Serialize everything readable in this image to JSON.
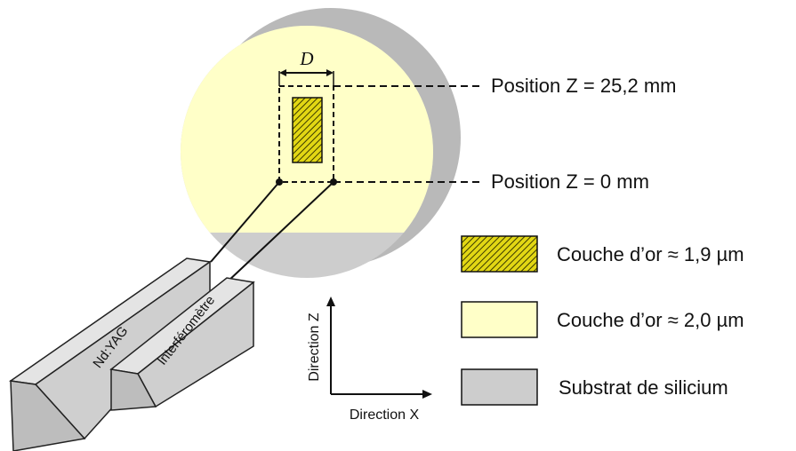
{
  "colors": {
    "gold_thin": "#ffffc8",
    "gold_hatch_bg": "#e2d714",
    "hatch_line": "#3a3a00",
    "substrate": "#cdcdcd",
    "substrate_edge": "#b9b9b9",
    "block_light": "#e4e4e4",
    "block_mid": "#cfcfcf",
    "block_dark": "#bdbdbd"
  },
  "labels": {
    "d": "D",
    "position_top": "Position Z = 25,2 mm",
    "position_bottom": "Position Z = 0 mm",
    "laser": "Nd:YAG",
    "interferometer": "Interféromètre",
    "axis_z": "Direction Z",
    "axis_x": "Direction X"
  },
  "legend": [
    {
      "label": "Couche d’or ≈ 1,9 µm",
      "swatch": "hatched-gold"
    },
    {
      "label": "Couche d’or ≈ 2,0 µm",
      "swatch": "light-yellow"
    },
    {
      "label": "Substrat de silicium",
      "swatch": "gray"
    }
  ]
}
